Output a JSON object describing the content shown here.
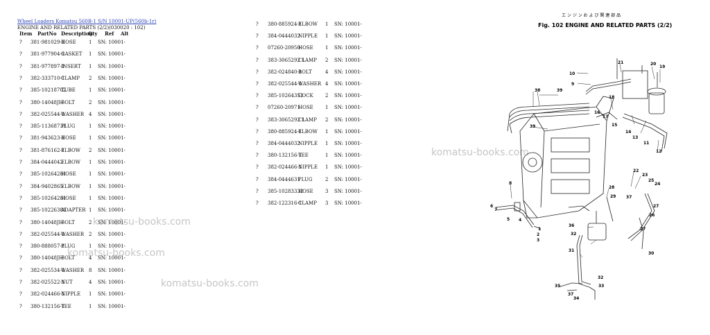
{
  "header": {
    "link_text": "Wheel Loaders Komatsu 560B-1 S/N 10001-UP(560b-1r)",
    "subtitle": "ENGINE AND RELATED PARTS (2/2)(030020 : 102)"
  },
  "columns": {
    "item": "Item",
    "part_no": "PartNo",
    "description": "Description",
    "qty": "Qty",
    "ref": "Ref",
    "alt": "Alt"
  },
  "left_rows": [
    {
      "item": "?",
      "part_no": "381-981029-1",
      "desc": "HOSE",
      "qty": "1",
      "ref": "SN: 10001-"
    },
    {
      "item": "?",
      "part_no": "381-977904-1",
      "desc": "GASKET",
      "qty": "1",
      "ref": "SN: 10001-"
    },
    {
      "item": "?",
      "part_no": "381-977897-1",
      "desc": "INSERT",
      "qty": "1",
      "ref": "SN: 10001-"
    },
    {
      "item": "?",
      "part_no": "382-333710-1",
      "desc": "CLAMP",
      "qty": "2",
      "ref": "SN: 10001-"
    },
    {
      "item": "?",
      "part_no": "385-10218702",
      "desc": "TUBE",
      "qty": "1",
      "ref": "SN: 10001-"
    },
    {
      "item": "?",
      "part_no": "380-14048JH",
      "desc": "BOLT",
      "qty": "2",
      "ref": "SN: 10001-"
    },
    {
      "item": "?",
      "part_no": "382-025544-1",
      "desc": "WASHER",
      "qty": "4",
      "ref": "SN: 10001-"
    },
    {
      "item": "?",
      "part_no": "385-11368731",
      "desc": "PLUG",
      "qty": "1",
      "ref": "SN: 10001-"
    },
    {
      "item": "?",
      "part_no": "381-943623-1",
      "desc": "HOSE",
      "qty": "1",
      "ref": "SN: 10001-"
    },
    {
      "item": "?",
      "part_no": "381-876162-1",
      "desc": "ELBOW",
      "qty": "2",
      "ref": "SN: 10001-"
    },
    {
      "item": "?",
      "part_no": "384-0444042",
      "desc": "ELBOW",
      "qty": "1",
      "ref": "SN: 10001-"
    },
    {
      "item": "?",
      "part_no": "385-10264281",
      "desc": "HOSE",
      "qty": "1",
      "ref": "SN: 10001-"
    },
    {
      "item": "?",
      "part_no": "384-9402865",
      "desc": "ELBOW",
      "qty": "1",
      "ref": "SN: 10001-"
    },
    {
      "item": "?",
      "part_no": "385-10264281",
      "desc": "HOSE",
      "qty": "1",
      "ref": "SN: 10001-"
    },
    {
      "item": "?",
      "part_no": "385-10226381",
      "desc": "ADAPTER",
      "qty": "1",
      "ref": "SN: 10001-"
    },
    {
      "item": "?",
      "part_no": "380-14048JH",
      "desc": "BOLT",
      "qty": "2",
      "ref": "SN: 10001-"
    },
    {
      "item": "?",
      "part_no": "382-025544-1",
      "desc": "WASHER",
      "qty": "2",
      "ref": "SN: 10001-"
    },
    {
      "item": "?",
      "part_no": "380-888057-1",
      "desc": "PLUG",
      "qty": "1",
      "ref": "SN: 10001-"
    },
    {
      "item": "?",
      "part_no": "380-14048JH",
      "desc": "BOLT",
      "qty": "4",
      "ref": "SN: 10001-"
    },
    {
      "item": "?",
      "part_no": "382-025534-1",
      "desc": "WASHER",
      "qty": "8",
      "ref": "SN: 10001-"
    },
    {
      "item": "?",
      "part_no": "382-025522-1",
      "desc": "NUT",
      "qty": "4",
      "ref": "SN: 10001-"
    },
    {
      "item": "?",
      "part_no": "382-024466-1",
      "desc": "NIPPLE",
      "qty": "1",
      "ref": "SN: 10001-"
    },
    {
      "item": "?",
      "part_no": "380-132156-1",
      "desc": "TEE",
      "qty": "1",
      "ref": "SN: 10001-"
    }
  ],
  "right_rows": [
    {
      "item": "?",
      "part_no": "380-885924-1",
      "desc": "ELBOW",
      "qty": "1",
      "ref": "SN: 10001-"
    },
    {
      "item": "?",
      "part_no": "384-0444032",
      "desc": "NIPPLE",
      "qty": "1",
      "ref": "SN: 10001-"
    },
    {
      "item": "?",
      "part_no": "07260-20950",
      "desc": "HOSE",
      "qty": "1",
      "ref": "SN: 10001-"
    },
    {
      "item": "?",
      "part_no": "383-3065292 1",
      "desc": "CLAMP",
      "qty": "2",
      "ref": "SN: 10001-"
    },
    {
      "item": "?",
      "part_no": "382-024840-1",
      "desc": "BOLT",
      "qty": "4",
      "ref": "SN: 10001-"
    },
    {
      "item": "?",
      "part_no": "382-025544-1",
      "desc": "WASHER",
      "qty": "4",
      "ref": "SN: 10001-"
    },
    {
      "item": "?",
      "part_no": "385-10264351",
      "desc": "COCK",
      "qty": "2",
      "ref": "SN: 10001-"
    },
    {
      "item": "?",
      "part_no": "07260-20971",
      "desc": "HOSE",
      "qty": "1",
      "ref": "SN: 10001-"
    },
    {
      "item": "?",
      "part_no": "383-3065292 1",
      "desc": "CLAMP",
      "qty": "2",
      "ref": "SN: 10001-"
    },
    {
      "item": "?",
      "part_no": "380-885924-1",
      "desc": "ELBOW",
      "qty": "1",
      "ref": "SN: 10001-"
    },
    {
      "item": "?",
      "part_no": "384-0444032",
      "desc": "NIPPLE",
      "qty": "1",
      "ref": "SN: 10001-"
    },
    {
      "item": "?",
      "part_no": "380-132156-1",
      "desc": "TEE",
      "qty": "1",
      "ref": "SN: 10001-"
    },
    {
      "item": "?",
      "part_no": "382-024466-1",
      "desc": "NIPPLE",
      "qty": "1",
      "ref": "SN: 10001-"
    },
    {
      "item": "?",
      "part_no": "384-0444631",
      "desc": "PLUG",
      "qty": "2",
      "ref": "SN: 10001-"
    },
    {
      "item": "?",
      "part_no": "385-10283332",
      "desc": "HOSE",
      "qty": "3",
      "ref": "SN: 10001-"
    },
    {
      "item": "?",
      "part_no": "382-122316-1",
      "desc": "CLAMP",
      "qty": "3",
      "ref": "SN: 10001-"
    }
  ],
  "watermark": "komatsu-books.com",
  "figure": {
    "title_jp": "エ ン ジ ン お よ び 関 連 部 品",
    "title": "Fig. 102 ENGINE AND RELATED PARTS (2/2)",
    "labels": {
      "l1": "21",
      "l2": "20",
      "l3": "19",
      "l4": "10",
      "l5": "9",
      "l6": "38",
      "l7": "39",
      "l8": "18",
      "l9": "16",
      "l10": "17",
      "l11": "15",
      "l12": "14",
      "l13": "13",
      "l14": "11",
      "l15": "12",
      "l16": "39",
      "l17": "22",
      "l18": "23",
      "l19": "25",
      "l20": "24",
      "l21": "8",
      "l22": "6",
      "l23": "7",
      "l24": "5",
      "l25": "4",
      "l26": "28",
      "l27": "29",
      "l28": "37",
      "l29": "27",
      "l30": "26",
      "l31": "36",
      "l32": "32",
      "l33": "31",
      "l34": "27",
      "l35": "30",
      "l36": "32",
      "l37": "35",
      "l38": "33",
      "l39": "34",
      "l40": "37",
      "l41": "1",
      "l42": "2",
      "l43": "3"
    }
  }
}
